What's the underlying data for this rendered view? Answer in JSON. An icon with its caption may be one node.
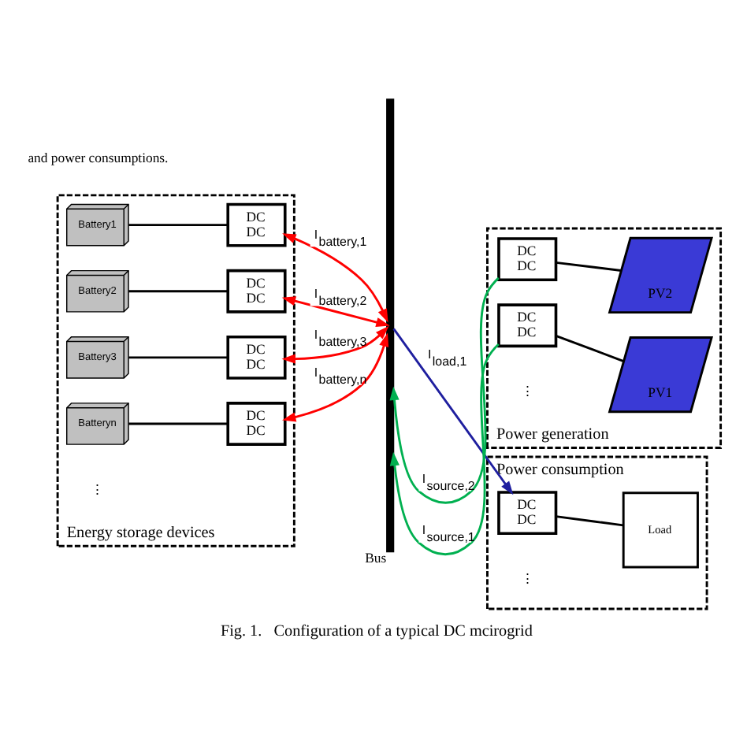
{
  "diagram": {
    "caption": "Fig. 1.   Configuration of a typical DC mcirogrid",
    "nodes": [
      {
        "text": [
          "Energy storage devices"
        ]
      },
      {
        "text": [
          "Battery1"
        ],
        "in": 0
      },
      {
        "text": [
          "DC",
          "DC"
        ],
        "in": 0
      },
      {
        "text": [
          "Battery2"
        ],
        "in": 0
      },
      {
        "text": [
          "DC",
          "DC"
        ],
        "in": 0
      },
      {
        "text": [
          "Battery3"
        ],
        "in": 0
      },
      {
        "text": [
          "DC",
          "DC"
        ],
        "in": 0
      },
      {
        "text": [
          "Batteryn"
        ],
        "in": 0
      },
      {
        "text": [
          "DC",
          "DC"
        ],
        "in": 0
      },
      {
        "text": [
          "Bus"
        ]
      },
      {
        "text": [
          "Power generation"
        ]
      },
      {
        "text": [
          "DC",
          "DC"
        ],
        "in": 10
      },
      {
        "text": [
          "PV2"
        ],
        "in": 10
      },
      {
        "text": [
          "DC",
          "DC"
        ],
        "in": 10
      },
      {
        "text": [
          "PV1"
        ],
        "in": 10
      },
      {
        "text": [
          "Power consumption"
        ]
      },
      {
        "text": [
          "DC",
          "DC"
        ],
        "in": 15
      },
      {
        "text": [
          "Load"
        ],
        "in": 15
      }
    ],
    "edges": [
      {
        "from": 1,
        "to": 2,
        "arrow": "none"
      },
      {
        "from": 2,
        "to": 9,
        "arrow": "both",
        "label": "I$_{battery,1}$",
        "color": "#ff0000"
      },
      {
        "from": 3,
        "to": 4,
        "arrow": "none"
      },
      {
        "from": 4,
        "to": 9,
        "arrow": "both",
        "label": "I$_{battery,2}$",
        "color": "#ff0000"
      },
      {
        "from": 5,
        "to": 6,
        "arrow": "none"
      },
      {
        "from": 6,
        "to": 9,
        "arrow": "both",
        "label": "I$_{battery,3}$",
        "color": "#ff0000"
      },
      {
        "from": 7,
        "to": 8,
        "arrow": "none"
      },
      {
        "from": 8,
        "to": 9,
        "arrow": "both",
        "label": "I$_{battery,n}$",
        "color": "#ff0000"
      },
      {
        "from": 11,
        "to": 12,
        "arrow": "none"
      },
      {
        "from": 11,
        "to": 9,
        "arrow": "to",
        "label": "I$_{source,2}$",
        "color": "#00b050"
      },
      {
        "from": 13,
        "to": 14,
        "arrow": "none"
      },
      {
        "from": 13,
        "to": 9,
        "arrow": "to",
        "label": "I$_{source,1}$",
        "color": "#00b050"
      },
      {
        "from": 9,
        "to": 16,
        "arrow": "to",
        "label": "I$_{load,1}$",
        "color": "#1f1f9f"
      },
      {
        "from": 16,
        "to": 17,
        "arrow": "none"
      }
    ],
    "labels": [
      "and power consumptions.",
      "⋮",
      "⋮",
      "⋮"
    ]
  }
}
